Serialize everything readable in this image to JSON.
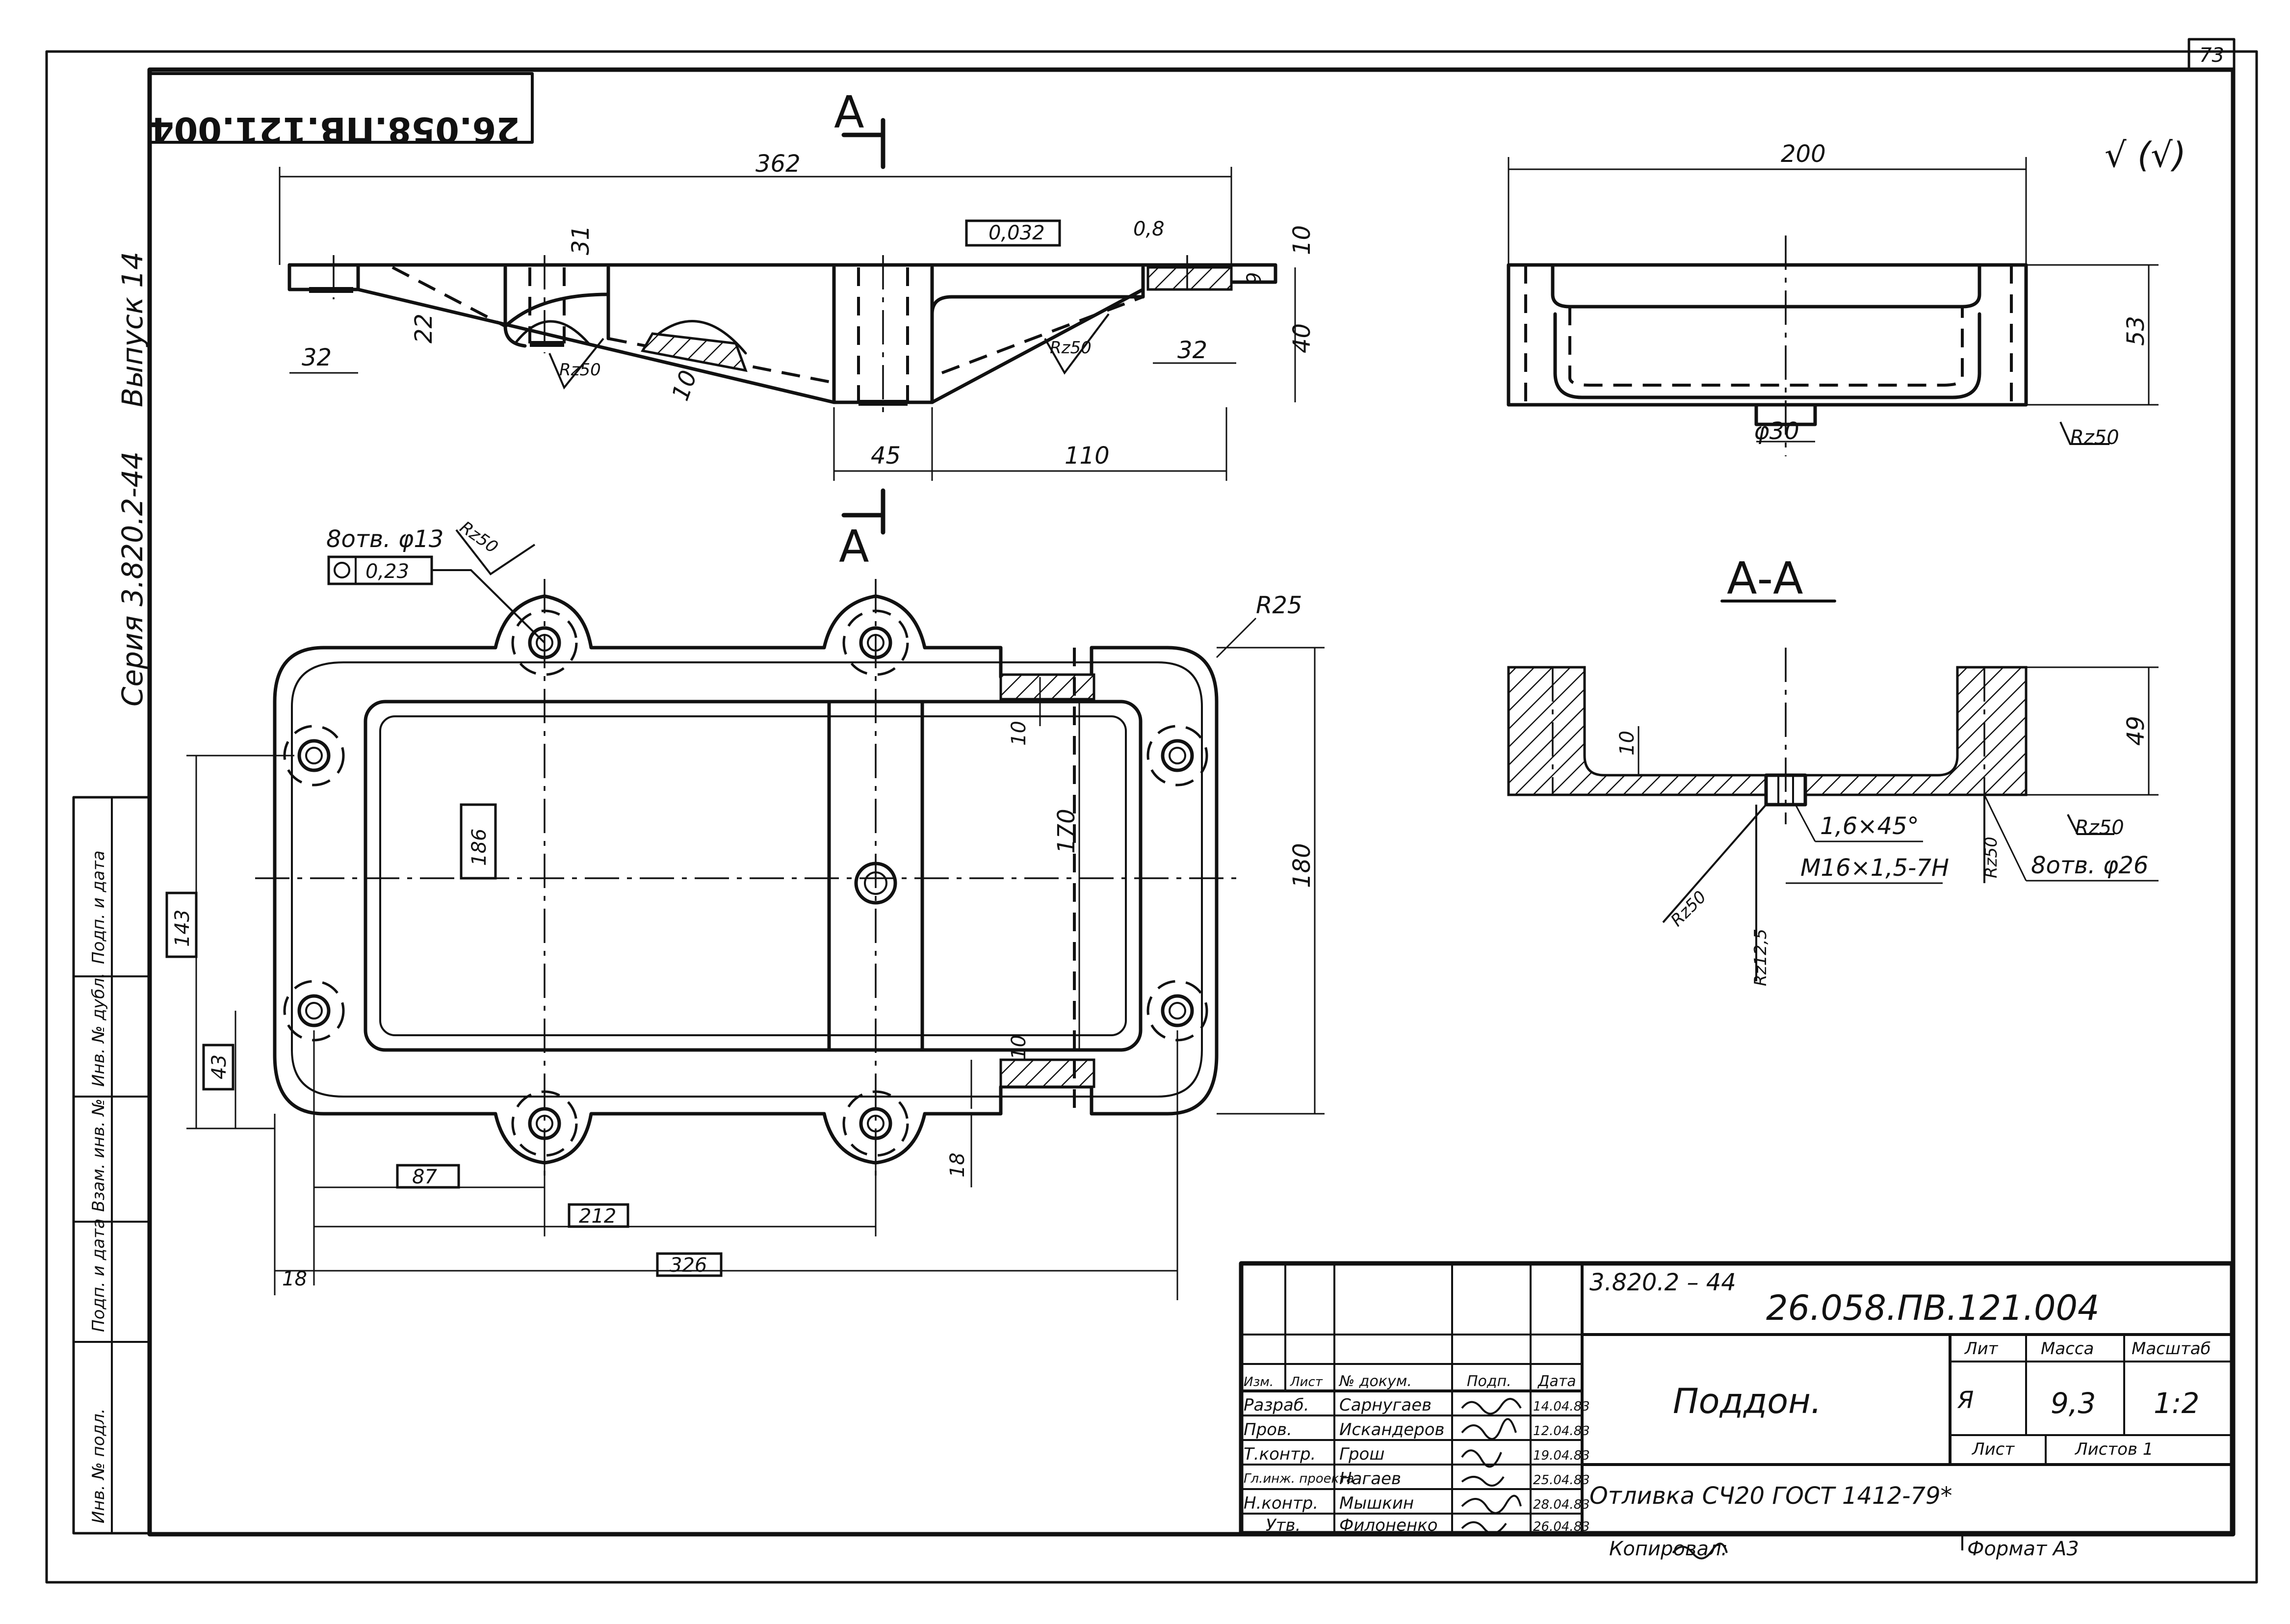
{
  "sheet": {
    "page_number": "73",
    "rotated_code": "26.058.ПВ.121.004",
    "surface_symbol": "√ (√)"
  },
  "side_strip": {
    "series": "Серия 3.820.2-44",
    "issue": "Выпуск 14",
    "cells": [
      "Подп. и дата",
      "Инв. № дубл.",
      "Взам. инв. №",
      "Подп. и дата",
      "Инв. № подл."
    ]
  },
  "views": {
    "front": {
      "section_mark": "А",
      "dims": [
        "362",
        "31",
        "22",
        "32",
        "10",
        "0,8",
        "9",
        "10",
        "40",
        "32",
        "45",
        "110"
      ],
      "roughness": [
        "Rz50",
        "Rz50"
      ],
      "flatness": "0,032"
    },
    "plan": {
      "holes_note": "8отв. φ13",
      "position_tol": "0,23",
      "roughness": "Rz50",
      "dims": [
        "R25",
        "10",
        "186",
        "170",
        "180",
        "10",
        "143",
        "43",
        "18",
        "87",
        "212",
        "326",
        "18"
      ]
    },
    "side": {
      "dims": [
        "200",
        "53",
        "φ30"
      ],
      "roughness": "Rz50"
    },
    "section_aa": {
      "title": "А-А",
      "dims": [
        "49",
        "10"
      ],
      "chamfer": "1,6×45°",
      "thread": "M16×1,5-7H",
      "holes_note": "8отв. φ26",
      "roughness": [
        "Rz50",
        "Rz50",
        "Rz50",
        "Rz12,5"
      ]
    }
  },
  "title_block": {
    "series_code": "3.820.2 – 44",
    "doc_code": "26.058.ПВ.121.004",
    "name": "Поддон.",
    "material": "Отливка СЧ20 ГОСТ 1412-79*",
    "lit_label": "Лит",
    "lit_value": "Я",
    "mass_label": "Масса",
    "mass_value": "9,3",
    "scale_label": "Масштаб",
    "scale_value": "1:2",
    "sheet_label": "Лист",
    "sheets_label": "Листов 1",
    "copied": "Копировал:",
    "format": "Формат А3",
    "header": [
      "Изм.",
      "Лист",
      "№ докум.",
      "Подп.",
      "Дата"
    ],
    "rows": [
      {
        "role": "Разраб.",
        "name": "Сарнугаев",
        "date": "14.04.83"
      },
      {
        "role": "Пров.",
        "name": "Искандеров",
        "date": "12.04.83"
      },
      {
        "role": "Т.контр.",
        "name": "Грош",
        "date": "19.04.83"
      },
      {
        "role": "Гл.инж. проекта",
        "name": "Нагаев",
        "date": "25.04.83"
      },
      {
        "role": "Н.контр.",
        "name": "Мышкин",
        "date": "28.04.83"
      },
      {
        "role": "Утв.",
        "name": "Филоненко",
        "date": "26.04.83"
      }
    ]
  }
}
